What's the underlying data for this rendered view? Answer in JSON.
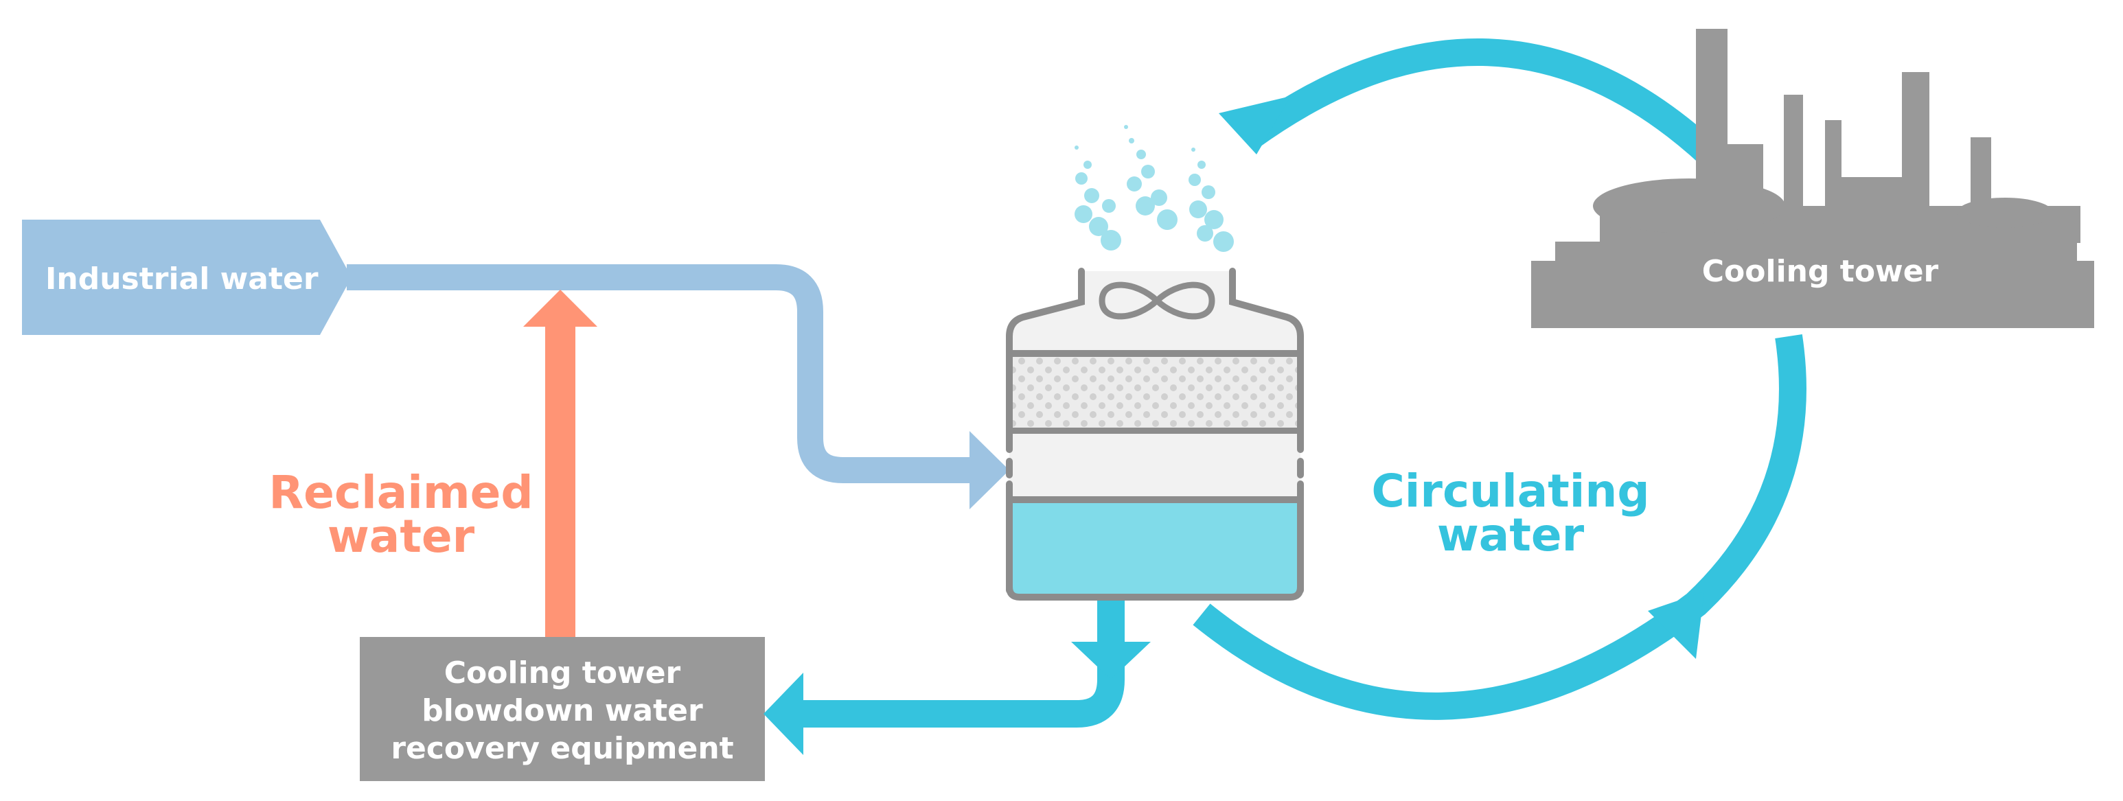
{
  "labels": {
    "industrial_water": "Industrial water",
    "cooling_tower_factory": "Cooling tower",
    "reclaimed_line1": "Reclaimed",
    "reclaimed_line2": "water",
    "circulating_line1": "Circulating",
    "circulating_line2": "water",
    "recovery_line1": "Cooling tower",
    "recovery_line2": "blowdown water",
    "recovery_line3": "recovery equipment"
  },
  "colors": {
    "industrial_pipe": "#9dc3e2",
    "circulating": "#35c3de",
    "reclaimed": "#ff9475",
    "gray_block": "#999999",
    "tank_water": "#80dbe9",
    "tank_outline": "#8c8c8c",
    "tank_body": "#f2f2f2",
    "bubbles": "#9fe0ec",
    "white": "#ffffff"
  }
}
